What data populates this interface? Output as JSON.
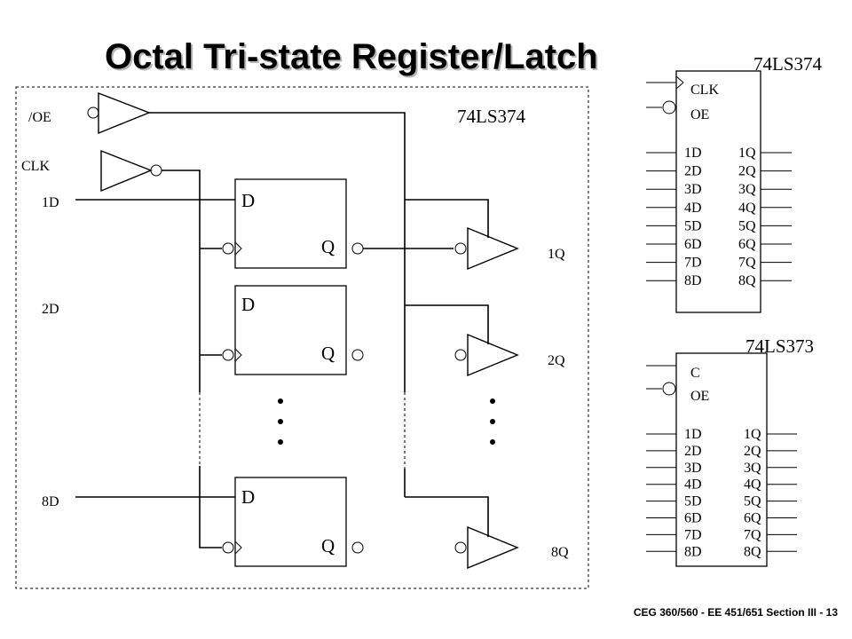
{
  "title": "Octal Tri-state Register/Latch",
  "footer": "CEG 360/560 - EE 451/651   Section III - 13",
  "schematic": {
    "chip_label": "74LS374",
    "inputs": {
      "oe": "/OE",
      "clk": "CLK",
      "d1": "1D",
      "d2": "2D",
      "d8": "8D"
    },
    "outputs": {
      "q1": "1Q",
      "q2": "2Q",
      "q8": "8Q"
    },
    "flipflop": {
      "d": "D",
      "q": "Q"
    }
  },
  "chip374": {
    "name": "74LS374",
    "control_pins": [
      "CLK",
      "OE"
    ],
    "d_pins": [
      "1D",
      "2D",
      "3D",
      "4D",
      "5D",
      "6D",
      "7D",
      "8D"
    ],
    "q_pins": [
      "1Q",
      "2Q",
      "3Q",
      "4Q",
      "5Q",
      "6Q",
      "7Q",
      "8Q"
    ]
  },
  "chip373": {
    "name": "74LS373",
    "control_pins": [
      "C",
      "OE"
    ],
    "d_pins": [
      "1D",
      "2D",
      "3D",
      "4D",
      "5D",
      "6D",
      "7D",
      "8D"
    ],
    "q_pins": [
      "1Q",
      "2Q",
      "3Q",
      "4Q",
      "5Q",
      "6Q",
      "7Q",
      "8Q"
    ]
  }
}
